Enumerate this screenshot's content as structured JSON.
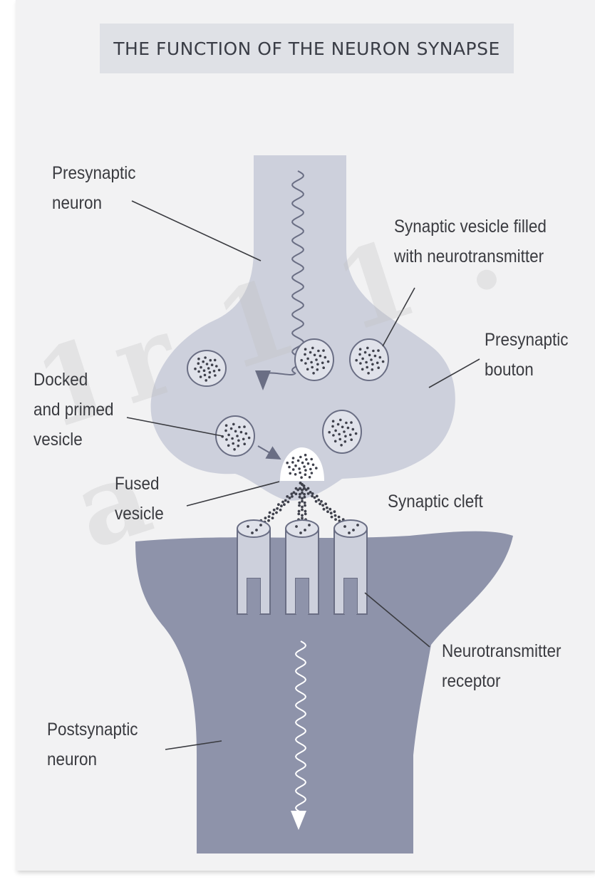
{
  "title": "THE FUNCTION OF THE NEURON SYNAPSE",
  "labels": {
    "presynaptic_neuron": [
      "Presynaptic",
      "neuron"
    ],
    "synaptic_vesicle": [
      "Synaptic vesicle filled",
      "with neurotransmitter"
    ],
    "presynaptic_bouton": [
      "Presynaptic",
      "bouton"
    ],
    "docked_vesicle": [
      "Docked",
      "and primed",
      "vesicle"
    ],
    "fused_vesicle": [
      "Fused",
      "vesicle"
    ],
    "synaptic_cleft": [
      "Synaptic cleft"
    ],
    "receptor": [
      "Neurotransmitter",
      "receptor"
    ],
    "postsynaptic_neuron": [
      "Postsynaptic",
      "neuron"
    ]
  },
  "watermark": "1r 1 1 . a",
  "colors": {
    "background": "#f2f2f3",
    "title_bar": "#dfe1e6",
    "presynaptic_fill": "#cdd0dc",
    "postsynaptic_fill": "#8e93aa",
    "receptor_fill": "#cdd0dc",
    "outline": "#6a6e84",
    "dots": "#3f414c"
  }
}
